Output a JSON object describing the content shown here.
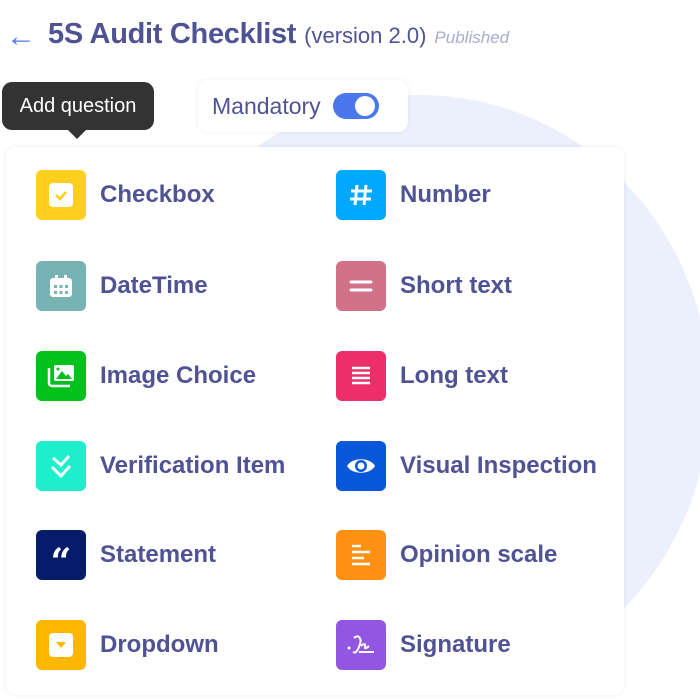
{
  "header": {
    "title": "5S Audit Checklist",
    "version": "(version 2.0)",
    "status": "Published"
  },
  "tooltip": "Add question",
  "mandatory": {
    "label": "Mandatory",
    "on": true
  },
  "items": [
    {
      "label": "Checkbox",
      "icon": "checkbox-icon",
      "color": "#ffcf1f"
    },
    {
      "label": "Number",
      "icon": "hash-icon",
      "color": "#00a8ff"
    },
    {
      "label": "DateTime",
      "icon": "calendar-icon",
      "color": "#78b3b3"
    },
    {
      "label": "Short text",
      "icon": "short-text-icon",
      "color": "#d27289"
    },
    {
      "label": "Image Choice",
      "icon": "image-icon",
      "color": "#00c21b"
    },
    {
      "label": "Long text",
      "icon": "long-text-icon",
      "color": "#ec2f6a"
    },
    {
      "label": "Verification Item",
      "icon": "double-check-icon",
      "color": "#1deecc"
    },
    {
      "label": "Visual Inspection",
      "icon": "eye-icon",
      "color": "#0857d9"
    },
    {
      "label": "Statement",
      "icon": "quote-icon",
      "color": "#041c6a"
    },
    {
      "label": "Opinion scale",
      "icon": "scale-icon",
      "color": "#ff9012"
    },
    {
      "label": "Dropdown",
      "icon": "dropdown-icon",
      "color": "#ffb700"
    },
    {
      "label": "Signature",
      "icon": "signature-icon",
      "color": "#9256e3"
    }
  ]
}
